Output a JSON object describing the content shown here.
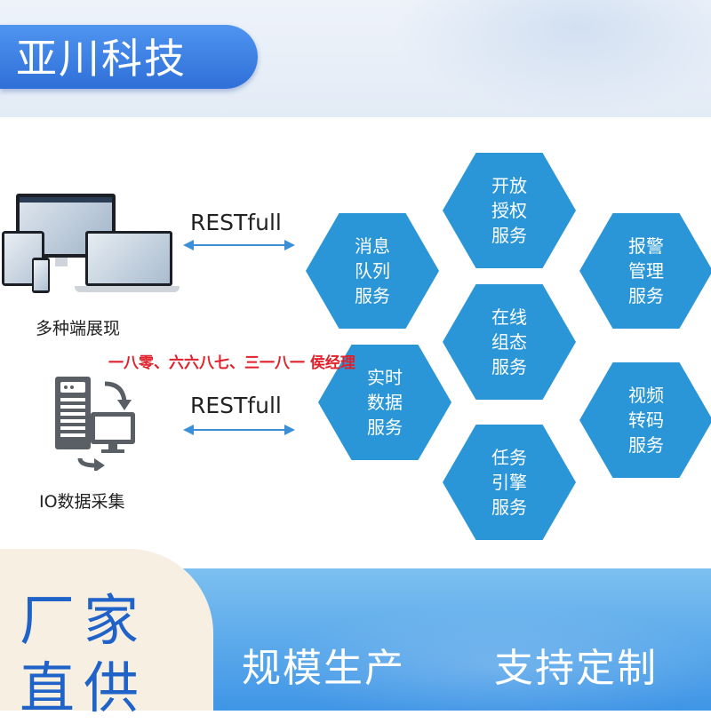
{
  "brand": {
    "title": "亚川科技"
  },
  "left": {
    "multi_terminal_caption": "多种端展现",
    "io_caption": "IO数据采集",
    "rest_label_top": "RESTfull",
    "rest_label_bottom": "RESTfull"
  },
  "watermark": "一八零、六六八七、三一八一 侯经理",
  "services": [
    {
      "label": "开放\n授权\n服务"
    },
    {
      "label": "消息\n队列\n服务"
    },
    {
      "label": "报警\n管理\n服务"
    },
    {
      "label": "在线\n组态\n服务"
    },
    {
      "label": "实时\n数据\n服务"
    },
    {
      "label": "视频\n转码\n服务"
    },
    {
      "label": "任务\n引擎\n服务"
    }
  ],
  "footer": {
    "badge_line1": "厂家",
    "badge_line2": "直供",
    "slogan_left": "规模生产",
    "slogan_right": "支持定制"
  },
  "colors": {
    "brand_blue": "#2f6fd8",
    "hex_blue": "#2a96d8",
    "arrow_blue": "#3a8fd6",
    "watermark_red": "#e0202a",
    "footer_blue": "#3f95e6",
    "badge_cream": "#f6efe2"
  },
  "icons": {
    "devices": "multi-device-icon",
    "io": "server-transfer-icon"
  }
}
